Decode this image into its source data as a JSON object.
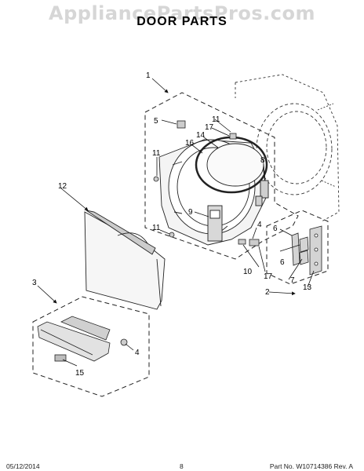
{
  "watermark": "AppliancePartsPros.com",
  "title": "DOOR PARTS",
  "callouts": {
    "c1": "1",
    "c5": "5",
    "c11a": "11",
    "c17a": "17",
    "c14": "14",
    "c16": "16",
    "c11b": "11",
    "c8": "8",
    "c12": "12",
    "c9": "9",
    "c11c": "11",
    "c4a": "4",
    "c10": "10",
    "c17b": "17",
    "c6a": "6",
    "c6b": "6",
    "c7": "7",
    "c2": "2",
    "c13": "13",
    "c3": "3",
    "c4b": "4",
    "c15": "15"
  },
  "footer": {
    "date": "05/12/2014",
    "page": "8",
    "part": "Part No. W10714386  Rev. A"
  }
}
